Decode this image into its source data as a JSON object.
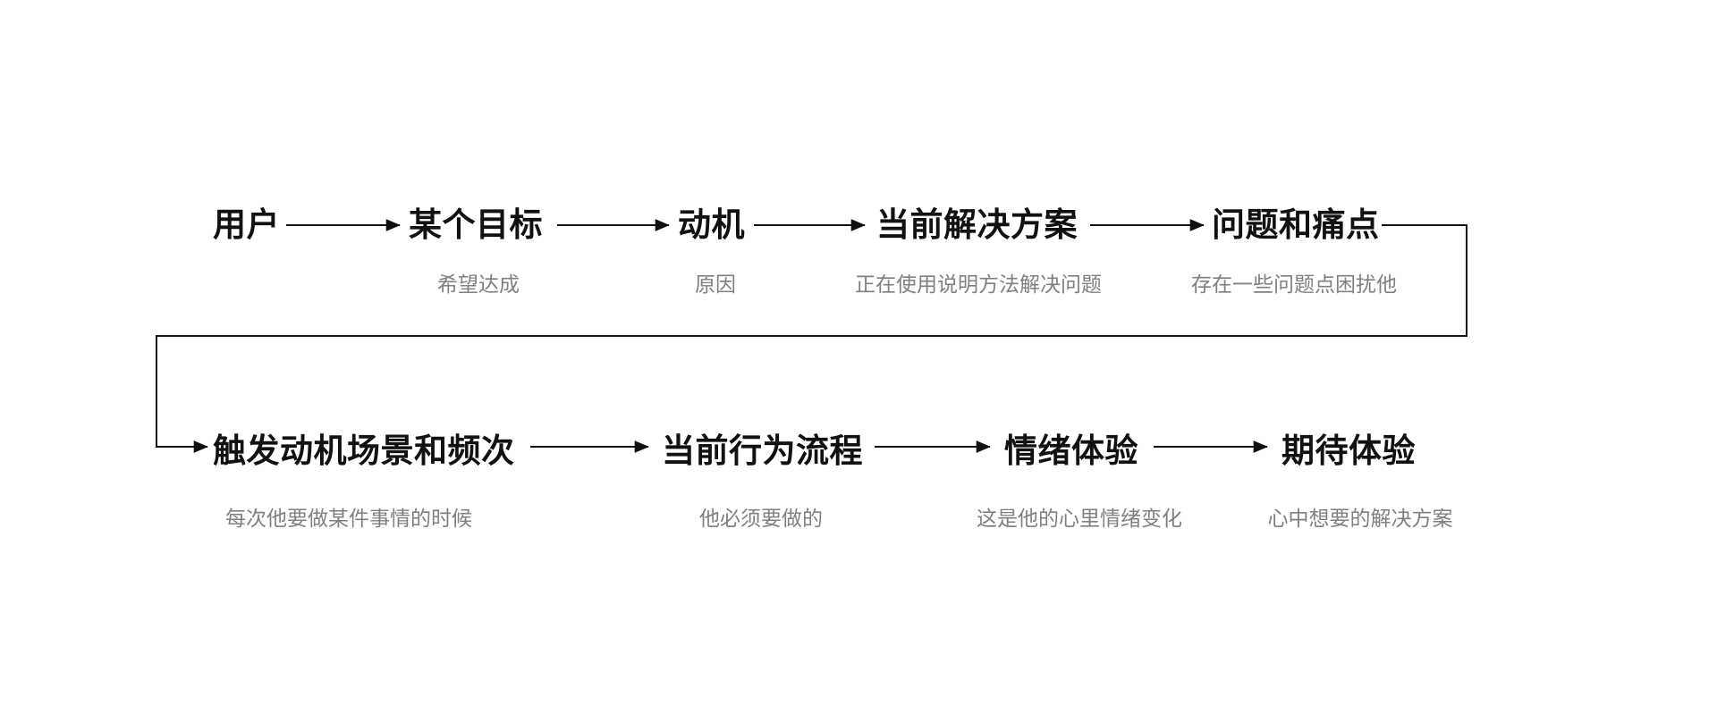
{
  "diagram": {
    "row1": [
      {
        "label": "用户",
        "subtitle": ""
      },
      {
        "label": "某个目标",
        "subtitle": "希望达成"
      },
      {
        "label": "动机",
        "subtitle": "原因"
      },
      {
        "label": "当前解决方案",
        "subtitle": "正在使用说明方法解决问题"
      },
      {
        "label": "问题和痛点",
        "subtitle": "存在一些问题点困扰他"
      }
    ],
    "row2": [
      {
        "label": "触发动机场景和频次",
        "subtitle": "每次他要做某件事情的时候"
      },
      {
        "label": "当前行为流程",
        "subtitle": "他必须要做的"
      },
      {
        "label": "情绪体验",
        "subtitle": "这是他的心里情绪变化"
      },
      {
        "label": "期待体验",
        "subtitle": "心中想要的解决方案"
      }
    ],
    "colors": {
      "background": "#ffffff",
      "label": "#111111",
      "subtitle": "#808080",
      "line": "#111111"
    }
  }
}
